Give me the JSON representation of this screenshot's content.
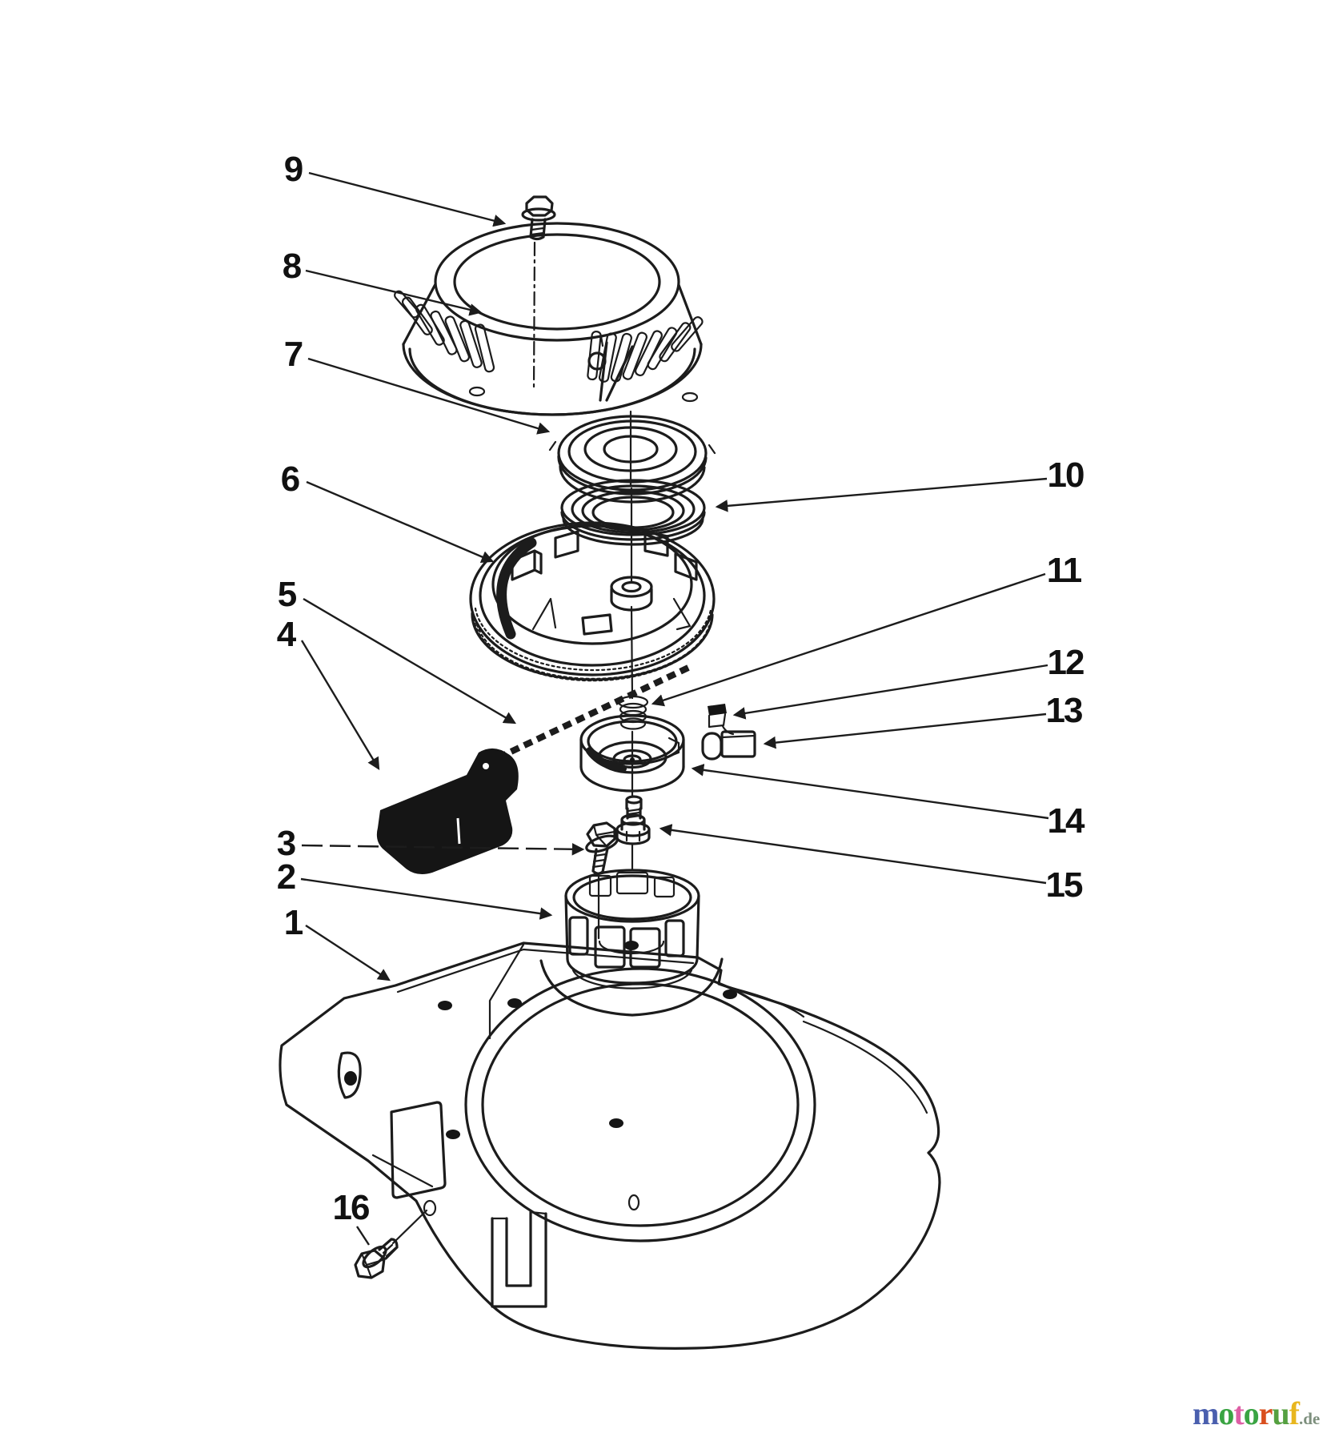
{
  "page": {
    "background": "#ffffff",
    "line_color": "#1c1c1c"
  },
  "diagram": {
    "type": "exploded-parts-diagram",
    "labels": {
      "n1": "1",
      "n2": "2",
      "n3": "3",
      "n4": "4",
      "n5": "5",
      "n6": "6",
      "n7": "7",
      "n8": "8",
      "n9": "9",
      "n10": "10",
      "n11": "11",
      "n12": "12",
      "n13": "13",
      "n14": "14",
      "n15": "15",
      "n16": "16"
    }
  },
  "watermark": {
    "letters": [
      {
        "char": "m",
        "color": "#4a5fae"
      },
      {
        "char": "o",
        "color": "#3aa443"
      },
      {
        "char": "t",
        "color": "#de5fa5"
      },
      {
        "char": "o",
        "color": "#3aa443"
      },
      {
        "char": "r",
        "color": "#d94f1e"
      },
      {
        "char": "u",
        "color": "#55a040"
      },
      {
        "char": "f",
        "color": "#e8b61e"
      }
    ],
    "suffix": ".de",
    "suffix_color": "#7d8f7d"
  }
}
